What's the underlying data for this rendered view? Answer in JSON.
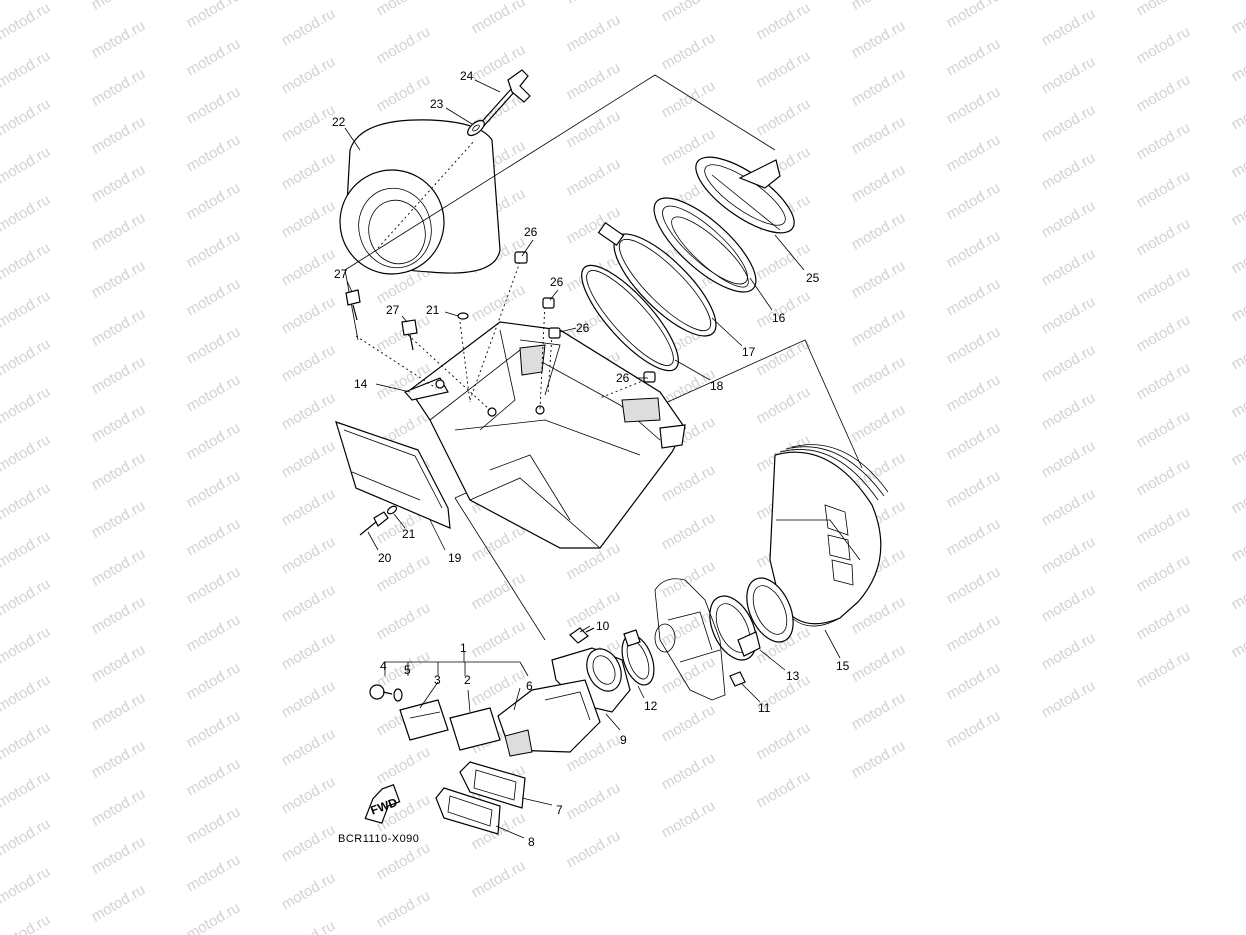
{
  "diagram": {
    "code": "BCR1110-X090",
    "watermark": "motod.ru",
    "fwd": "FWD",
    "parts": [
      {
        "id": "p1",
        "label": "1"
      },
      {
        "id": "p2",
        "label": "2"
      },
      {
        "id": "p3",
        "label": "3"
      },
      {
        "id": "p4",
        "label": "4"
      },
      {
        "id": "p5",
        "label": "5"
      },
      {
        "id": "p6",
        "label": "6"
      },
      {
        "id": "p7",
        "label": "7"
      },
      {
        "id": "p8",
        "label": "8"
      },
      {
        "id": "p9",
        "label": "9"
      },
      {
        "id": "p10",
        "label": "10"
      },
      {
        "id": "p11",
        "label": "11"
      },
      {
        "id": "p12",
        "label": "12"
      },
      {
        "id": "p13",
        "label": "13"
      },
      {
        "id": "p14",
        "label": "14"
      },
      {
        "id": "p15",
        "label": "15"
      },
      {
        "id": "p16",
        "label": "16"
      },
      {
        "id": "p17",
        "label": "17"
      },
      {
        "id": "p18",
        "label": "18"
      },
      {
        "id": "p19",
        "label": "19"
      },
      {
        "id": "p20",
        "label": "20"
      },
      {
        "id": "p21a",
        "label": "21"
      },
      {
        "id": "p21b",
        "label": "21"
      },
      {
        "id": "p22",
        "label": "22"
      },
      {
        "id": "p23",
        "label": "23"
      },
      {
        "id": "p24",
        "label": "24"
      },
      {
        "id": "p25",
        "label": "25"
      },
      {
        "id": "p26a",
        "label": "26"
      },
      {
        "id": "p26b",
        "label": "26"
      },
      {
        "id": "p26c",
        "label": "26"
      },
      {
        "id": "p26d",
        "label": "26"
      },
      {
        "id": "p27a",
        "label": "27"
      },
      {
        "id": "p27b",
        "label": "27"
      }
    ]
  }
}
